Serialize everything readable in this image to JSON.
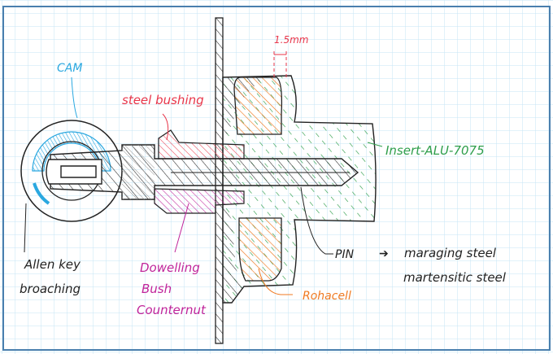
{
  "labels": {
    "cam": "CAM",
    "steel_bushing": "steel bushing",
    "dimension": "1.5mm",
    "insert": "Insert-ALU-7075",
    "pin": "PIN",
    "pin_material_1": "maraging steel",
    "pin_material_2": "martensitic steel",
    "rohacell": "Rohacell",
    "dowelling_1": "Dowelling",
    "dowelling_2": "Bush",
    "dowelling_3": "Counternut",
    "allen_1": "Allen key",
    "allen_2": "broaching"
  },
  "colors": {
    "grid": "#c6e4f5",
    "frame": "#4a7fae",
    "ink": "#222222",
    "blue": "#2aa8e0",
    "red": "#e8364a",
    "green": "#2e9e4a",
    "orange": "#f07a22",
    "magenta": "#c0249a"
  }
}
